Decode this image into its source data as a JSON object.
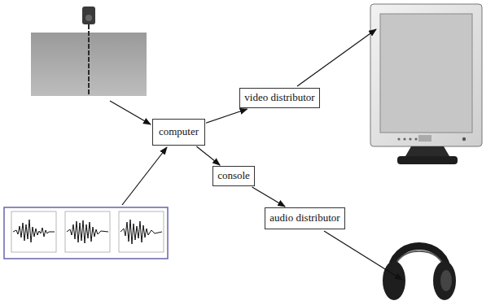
{
  "diagram": {
    "nodes": [
      {
        "text": [
          "computer"
        ]
      },
      {
        "text": [
          "video distributor"
        ]
      },
      {
        "text": [
          "console"
        ]
      },
      {
        "text": [
          "audio distributor"
        ]
      }
    ],
    "edges": [
      {
        "from": 0,
        "to": 1,
        "arrow": "to"
      },
      {
        "from": 0,
        "to": 2,
        "arrow": "to"
      },
      {
        "from": 2,
        "to": 3,
        "arrow": "to"
      }
    ]
  }
}
